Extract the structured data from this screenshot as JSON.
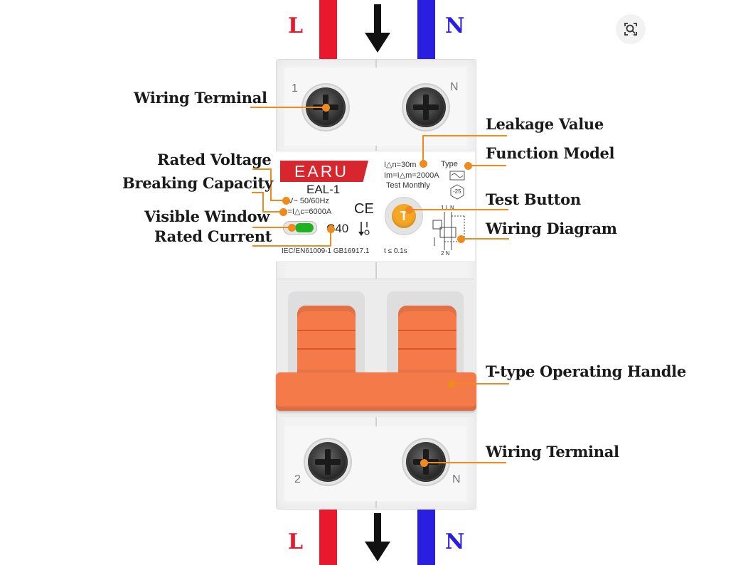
{
  "wires": {
    "top_left_label": "L",
    "top_right_label": "N",
    "bottom_left_label": "L",
    "bottom_right_label": "N"
  },
  "device": {
    "brand": "EARU",
    "model": "EAL-1",
    "ce_mark": "CE",
    "terminal_top_left": "1",
    "terminal_top_right": "N",
    "terminal_bottom_left": "2",
    "terminal_bottom_right": "N",
    "voltage_text": "0V~  50/60Hz",
    "breaking_text": "c=I△c=6000A",
    "rated_current": "C40",
    "standard_text": "IEC/EN61009-1 GB16917.1",
    "leakage_text": "I△n=30m",
    "im_text": "Im=I△m=2000A",
    "test_text": "Test Monthly",
    "type_text": "Type",
    "temp_text": "-25",
    "time_text": "t ≤ 0.1s",
    "test_button_letter": "T",
    "diagram_top": "1 L N",
    "diagram_bottom": "2 N"
  },
  "callouts": {
    "wiring_terminal_top": "Wiring Terminal",
    "rated_voltage": "Rated Voltage",
    "breaking_capacity": "Breaking Capacity",
    "visible_window": "Visible Window",
    "rated_current": "Rated Current",
    "leakage_value": "Leakage Value",
    "function_model": "Function Model",
    "test_button": "Test Button",
    "wiring_diagram": "Wiring Diagram",
    "operating_handle": "T-type Operating Handle",
    "wiring_terminal_bottom": "Wiring Terminal"
  },
  "colors": {
    "live_wire": "#e8192c",
    "neutral_wire": "#2a1ee0",
    "handle": "#f57a4a",
    "leader": "#f08a1c",
    "brand_red": "#d7262d",
    "window_green": "#1fb11f"
  },
  "icons": {
    "zoom": "zoom-lens-icon"
  }
}
